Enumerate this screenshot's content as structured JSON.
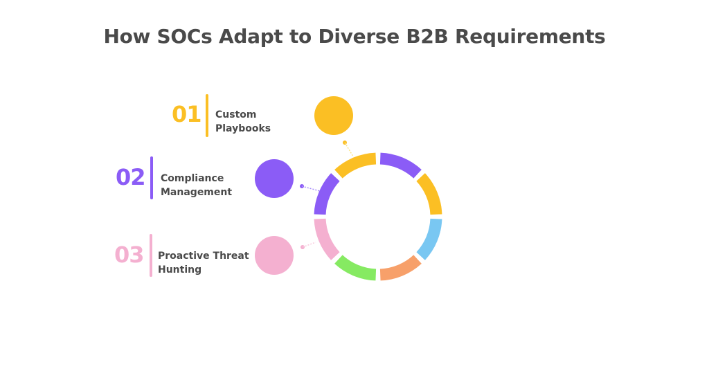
{
  "title": "How SOCs Adapt to Diverse B2B Requirements",
  "items": [
    {
      "number": "01",
      "line1": "Custom",
      "line2": "Playbooks",
      "color": "#fbbf24"
    },
    {
      "number": "02",
      "line1": "Compliance",
      "line2": "Management",
      "color": "#8b5cf6"
    },
    {
      "number": "03",
      "line1": "Proactive Threat",
      "line2": "Hunting",
      "color": "#f4b0d0"
    }
  ],
  "ring": {
    "segments_colors": [
      "#8b5cf6",
      "#fbbf24",
      "#79c7f2",
      "#f7a06a",
      "#86ea62",
      "#f4b0d0",
      "#8b5cf6",
      "#fbbf24"
    ]
  }
}
